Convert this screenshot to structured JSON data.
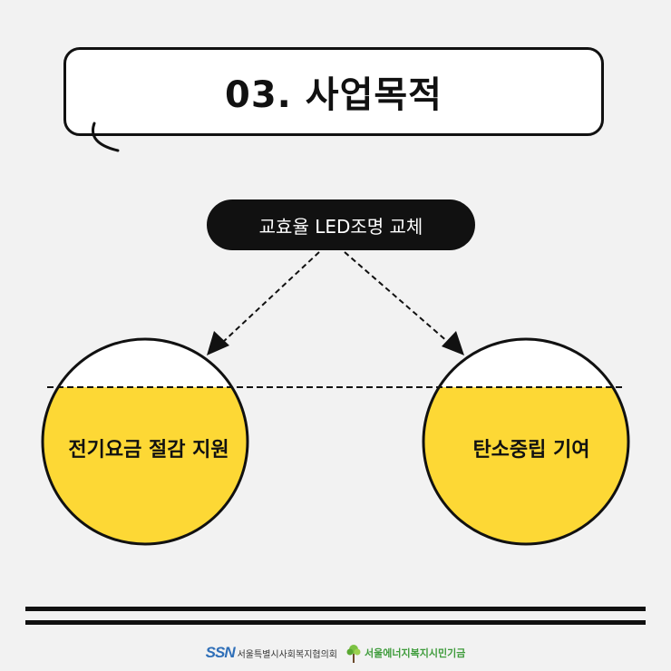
{
  "title": "03. 사업목적",
  "diagram": {
    "top_node": "교효율 LED조명 교체",
    "left_node": "전기요금 절감 지원",
    "right_node": "탄소중립 기여"
  },
  "colors": {
    "background": "#f2f2f2",
    "accent_yellow": "#fdd835",
    "dark": "#111111"
  },
  "footer": {
    "ssn_logo": "SSN",
    "ssn_org": "서울특별시사회복지협의회",
    "fund_org": "서울에너지복지시민기금",
    "fund_icon": "tree-icon"
  }
}
